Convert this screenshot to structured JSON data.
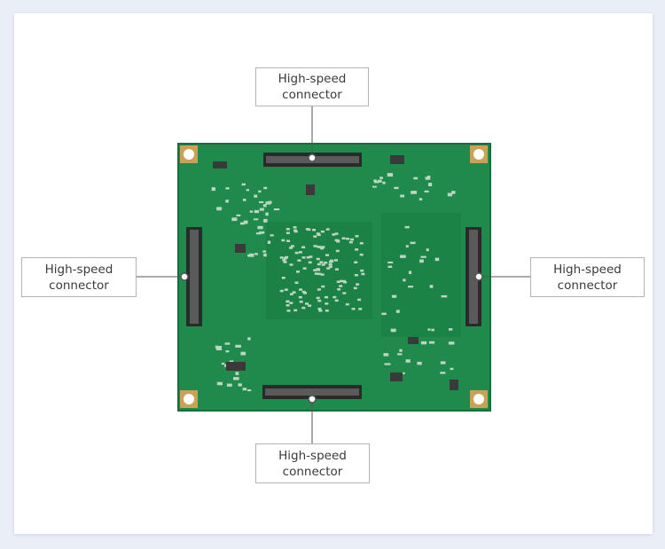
{
  "labels": {
    "top": {
      "line1": "High-speed",
      "line2": "connector"
    },
    "left": {
      "line1": "High-speed",
      "line2": "connector"
    },
    "right": {
      "line1": "High-speed",
      "line2": "connector"
    },
    "bottom": {
      "line1": "High-speed",
      "line2": "connector"
    }
  },
  "colors": {
    "background": "#eaeef7",
    "card": "#ffffff",
    "pcb": "#1f8a4c",
    "pcb_dark": "#156b38",
    "pad_gold": "#c9a25a",
    "connector": "#2a2a2a",
    "leader": "#555555"
  }
}
